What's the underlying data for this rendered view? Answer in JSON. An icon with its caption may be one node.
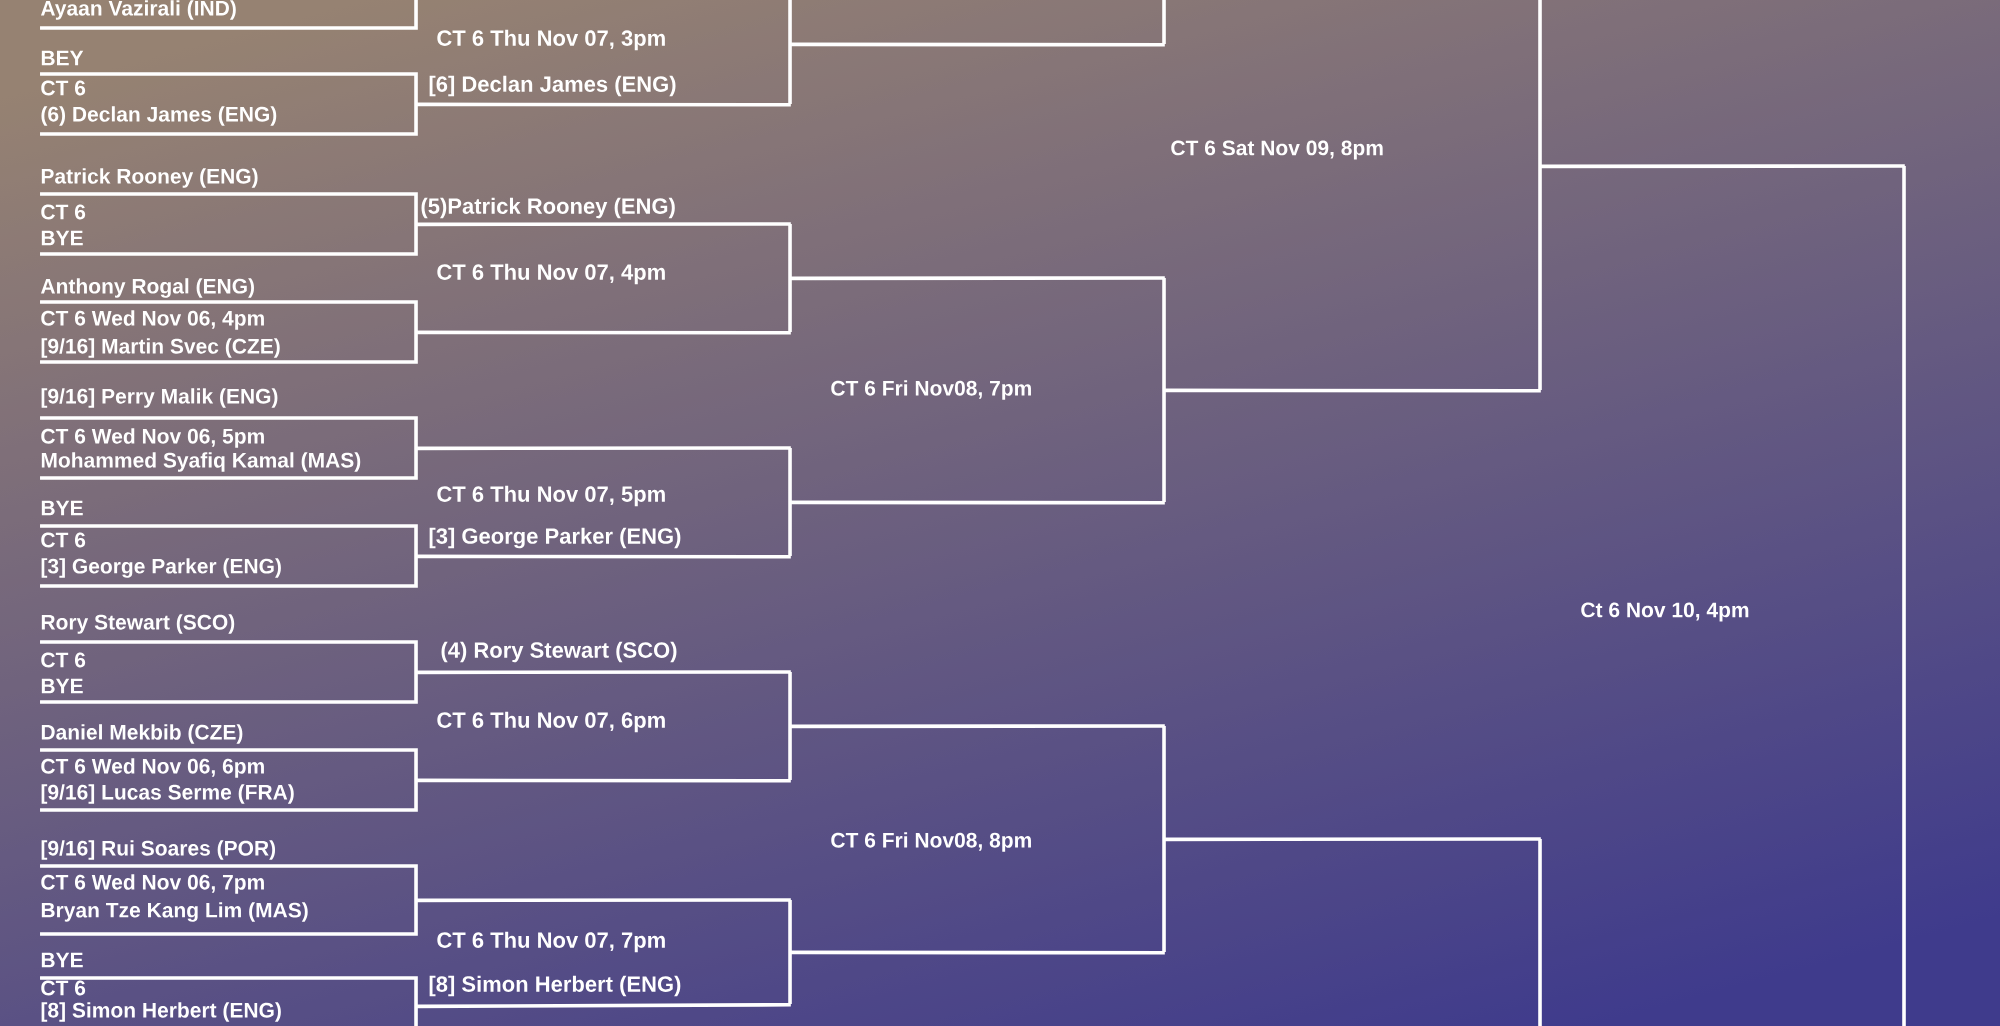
{
  "diagram": {
    "nodes": [
      {
        "text": [
          "Ayaan Vazirali (IND)"
        ]
      },
      {
        "text": [
          "BEY",
          "CT 6",
          "(6) Declan James (ENG)"
        ]
      },
      {
        "text": [
          "Patrick Rooney (ENG)",
          "CT 6",
          "BYE"
        ]
      },
      {
        "text": [
          "Anthony Rogal (ENG)",
          "CT 6 Wed Nov 06, 4pm",
          "[9/16] Martin Svec (CZE)"
        ]
      },
      {
        "text": [
          "[9/16] Perry Malik (ENG)",
          "CT 6  Wed Nov 06, 5pm",
          "Mohammed Syafiq Kamal (MAS)"
        ]
      },
      {
        "text": [
          "BYE",
          "CT 6",
          "[3] George Parker (ENG)"
        ]
      },
      {
        "text": [
          "Rory Stewart (SCO)",
          "CT 6",
          "BYE"
        ]
      },
      {
        "text": [
          "Daniel Mekbib (CZE)",
          "CT 6  Wed Nov 06, 6pm",
          "[9/16] Lucas Serme (FRA)"
        ]
      },
      {
        "text": [
          "[9/16] Rui Soares (POR)",
          "CT 6  Wed Nov 06, 7pm",
          "Bryan Tze Kang Lim (MAS)"
        ]
      },
      {
        "text": [
          "BYE",
          "CT 6",
          "[8] Simon Herbert (ENG)"
        ]
      },
      {
        "text": [
          "CT 6  Thu Nov 07, 3pm",
          "[6] Declan James (ENG)"
        ]
      },
      {
        "text": [
          "(5)Patrick Rooney (ENG)",
          "CT 6  Thu Nov 07, 4pm"
        ]
      },
      {
        "text": [
          "CT 6  Thu Nov 07, 5pm",
          "[3] George Parker (ENG)"
        ]
      },
      {
        "text": [
          "(4) Rory Stewart (SCO)",
          "CT 6  Thu Nov 07, 6pm"
        ]
      },
      {
        "text": [
          "CT 6  Thu Nov 07, 7pm",
          "[8] Simon Herbert (ENG)"
        ]
      },
      {
        "text": [],
        "shape": "bracket"
      },
      {
        "text": [
          "CT 6  Fri Nov08, 7pm"
        ]
      },
      {
        "text": [
          "CT 6  Fri Nov08, 8pm"
        ]
      },
      {
        "text": [
          "CT 6  Sat Nov 09, 8pm"
        ]
      },
      {
        "text": [],
        "shape": "bracket"
      },
      {
        "text": [
          "Ct 6 Nov 10, 4pm"
        ]
      }
    ],
    "edges": [
      {
        "from": 1,
        "to": 10,
        "arrow": "none"
      },
      {
        "from": 2,
        "to": 11,
        "arrow": "none"
      },
      {
        "from": 3,
        "to": 11,
        "arrow": "none"
      },
      {
        "from": 4,
        "to": 12,
        "arrow": "none"
      },
      {
        "from": 5,
        "to": 12,
        "arrow": "none"
      },
      {
        "from": 6,
        "to": 13,
        "arrow": "none"
      },
      {
        "from": 7,
        "to": 13,
        "arrow": "none"
      },
      {
        "from": 8,
        "to": 14,
        "arrow": "none"
      },
      {
        "from": 9,
        "to": 14,
        "arrow": "none"
      },
      {
        "from": 10,
        "to": 15,
        "arrow": "none"
      },
      {
        "from": 11,
        "to": 16,
        "arrow": "none"
      },
      {
        "from": 12,
        "to": 16,
        "arrow": "none"
      },
      {
        "from": 13,
        "to": 17,
        "arrow": "none"
      },
      {
        "from": 14,
        "to": 17,
        "arrow": "none"
      },
      {
        "from": 16,
        "to": 18,
        "arrow": "none"
      },
      {
        "from": 17,
        "to": 19,
        "arrow": "none"
      },
      {
        "from": 18,
        "to": 20,
        "arrow": "none"
      }
    ]
  }
}
